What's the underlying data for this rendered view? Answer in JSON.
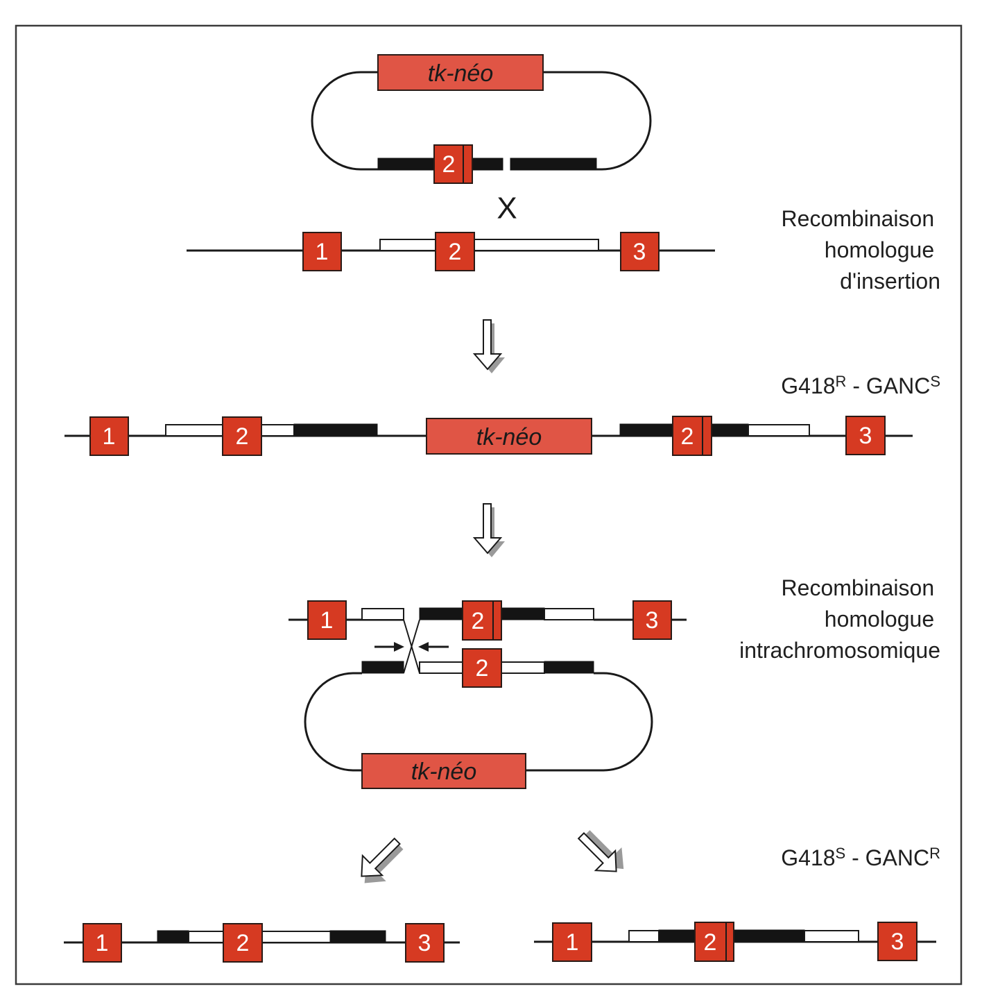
{
  "figure": {
    "colors": {
      "exon": "#d63a22",
      "tk_neo": "#e05545",
      "dark_segment": "#141414",
      "line": "#1a1a1a",
      "frame": "#3a3a3a"
    },
    "marker_label": "tk-néo",
    "crossover_symbol": "X",
    "exon_labels": {
      "e1": "1",
      "e2": "2",
      "e3": "3"
    },
    "steps": [
      {
        "id": "insertion",
        "caption_lines": [
          "Recombinaison",
          "homologue",
          "d'insertion"
        ]
      },
      {
        "id": "phenotype_1",
        "caption": {
          "a": "G418",
          "a_sup": "R",
          "sep": " - ",
          "b": "GANC",
          "b_sup": "S"
        }
      },
      {
        "id": "intrachromosomal",
        "caption_lines": [
          "Recombinaison",
          "homologue",
          "intrachromosomique"
        ]
      },
      {
        "id": "phenotype_2",
        "caption": {
          "a": "G418",
          "a_sup": "S",
          "sep": " - ",
          "b": "GANC",
          "b_sup": "R"
        }
      }
    ]
  }
}
